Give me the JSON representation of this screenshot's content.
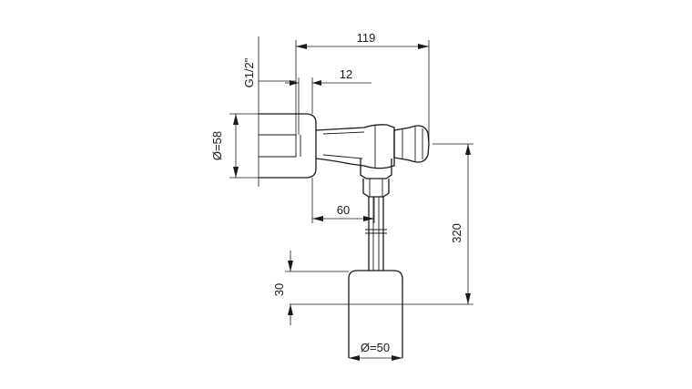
{
  "dimensions": {
    "overall_length": "119",
    "thread_depth": "12",
    "thread_size": "G1/2\"",
    "flange_diameter": "Ø=58",
    "spout_offset": "60",
    "height_total": "320",
    "base_height": "30",
    "base_diameter": "Ø=50"
  }
}
